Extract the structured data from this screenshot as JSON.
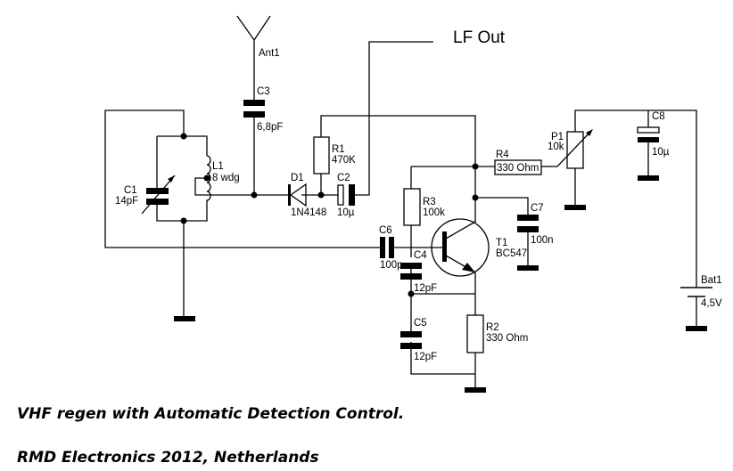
{
  "title": "VHF regen with Automatic Detection Control.",
  "credit": "RMD Electronics 2012, Netherlands",
  "output_label": "LF Out",
  "components": {
    "ant1": {
      "ref": "Ant1",
      "value": ""
    },
    "c1": {
      "ref": "C1",
      "value": "14pF"
    },
    "l1": {
      "ref": "L1",
      "value": "8 wdg"
    },
    "c3": {
      "ref": "C3",
      "value": "6,8pF"
    },
    "d1": {
      "ref": "D1",
      "value": "1N4148"
    },
    "r1": {
      "ref": "R1",
      "value": "470K"
    },
    "c2": {
      "ref": "C2",
      "value": "10µ"
    },
    "r4": {
      "ref": "R4",
      "value": "330 Ohm"
    },
    "p1": {
      "ref": "P1",
      "value": "10k"
    },
    "c8": {
      "ref": "C8",
      "value": "10µ"
    },
    "r3": {
      "ref": "R3",
      "value": "100k"
    },
    "c7": {
      "ref": "C7",
      "value": "100n"
    },
    "c6": {
      "ref": "C6",
      "value": "100p"
    },
    "c4": {
      "ref": "C4",
      "value": "12pF"
    },
    "t1": {
      "ref": "T1",
      "value": "BC547"
    },
    "c5": {
      "ref": "C5",
      "value": "12pF"
    },
    "r2": {
      "ref": "R2",
      "value": "330 Ohm"
    },
    "bat1": {
      "ref": "Bat1",
      "value": "4,5V"
    }
  }
}
